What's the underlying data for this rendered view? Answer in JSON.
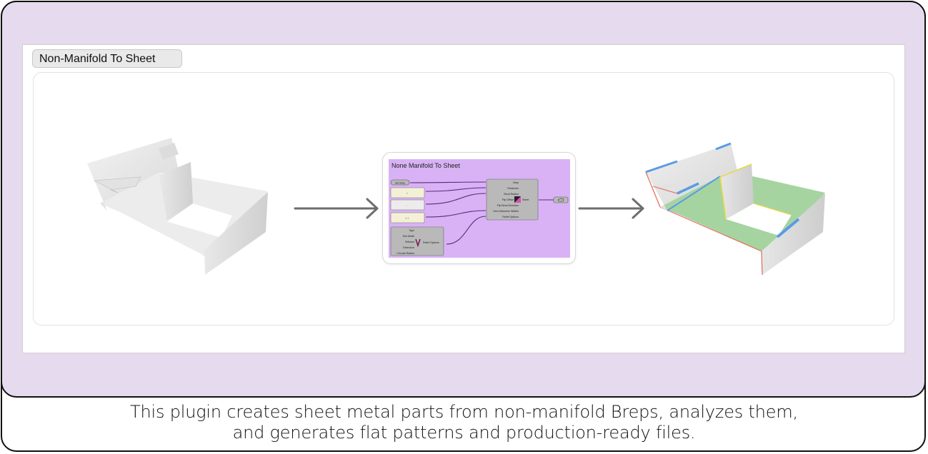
{
  "tab": {
    "label": "Non-Manifold To Sheet"
  },
  "caption": {
    "line1": "This plugin creates sheet metal parts from non-manifold Breps, analyzes them,",
    "line2": "and generates flat patterns and production-ready files."
  },
  "grasshopper": {
    "title": "None Manifold To Sheet",
    "brep_input_label": "Set Brep",
    "slider_values": [
      "1",
      "...",
      "4.1"
    ],
    "main_component": {
      "inputs": [
        "Brep",
        "Thickness",
        "Bend Radius",
        "Flip Offset",
        "Flip Bend Direction",
        "Hem Detection Widths",
        "Relief Options"
      ],
      "output": "Sheet"
    },
    "relief_component": {
      "inputs": [
        "Type",
        "Slot Width",
        "Setback",
        "Extension",
        "Circular Radius"
      ],
      "output": "Relief Options"
    },
    "output_param_label": "Sheet"
  },
  "colors": {
    "background_purple": "#e6daef",
    "graph_purple": "#d9b2f5",
    "flat_face": "#a6d4a0",
    "bend": "#5a9be6",
    "edge_red": "#e06a5a",
    "edge_yellow": "#e8d840",
    "arrow": "#6e6e6e"
  },
  "images": {
    "input_model": "non-manifold-brep-model",
    "output_model": "sheet-metal-colored-model"
  }
}
